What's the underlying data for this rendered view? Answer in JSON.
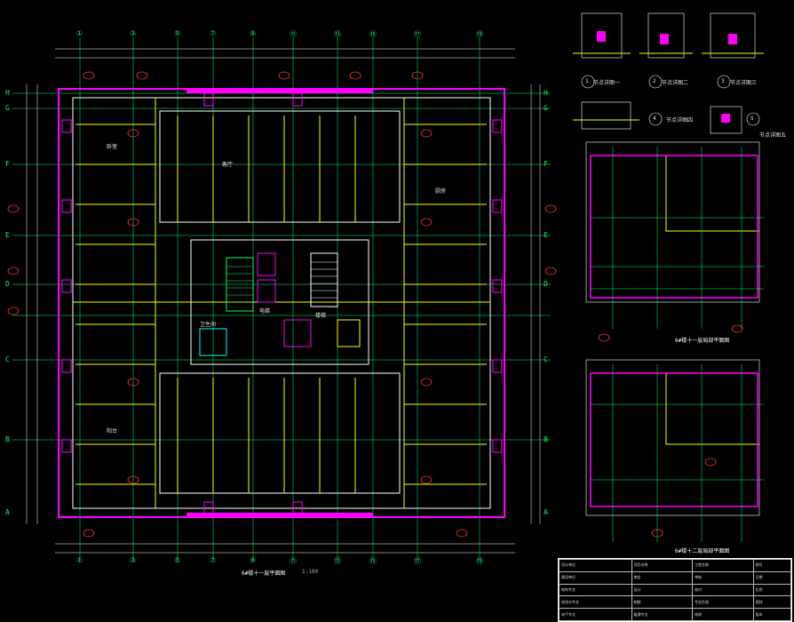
{
  "drawing": {
    "grid_top": [
      "①",
      "③",
      "⑤",
      "⑦",
      "⑨",
      "⑪",
      "⑬",
      "⑮",
      "⑰",
      "⑲"
    ],
    "grid_left": [
      "H",
      "G",
      "F",
      "E",
      "D",
      "C",
      "B",
      "A"
    ],
    "main_plan_title": "6#楼十一层平面图",
    "main_plan_scale": "1:100",
    "plan2_title": "6#楼十一层局部平面图",
    "plan3_title": "6#楼十二层局部平面图",
    "detail_labels": [
      "节点详图一",
      "节点详图二",
      "节点详图三",
      "节点详图四",
      "节点详图五"
    ],
    "detail_numbers": [
      "1",
      "2",
      "3",
      "4",
      "5"
    ],
    "room_labels": [
      "卧室",
      "客厅",
      "厨房",
      "卫生间",
      "阳台",
      "电梯",
      "楼梯"
    ]
  },
  "title_block": {
    "rows": [
      [
        "设计单位",
        "项目名称",
        "工程名称",
        "图号"
      ],
      [
        "建设单位",
        "审定",
        "审核",
        "日期"
      ],
      [
        "结构专业",
        "设计",
        "校对",
        "比例"
      ],
      [
        "给排水专业",
        "制图",
        "专业负责",
        "图别"
      ],
      [
        "电气专业",
        "暖通专业",
        "修改",
        "版本"
      ]
    ]
  },
  "colors": {
    "background": "#000000",
    "wall": "#ffffff",
    "axis": "#00ff66",
    "column": "#ffff00",
    "magenta": "#ff00ff",
    "dim": "#ff3333",
    "window": "#00ffff"
  }
}
